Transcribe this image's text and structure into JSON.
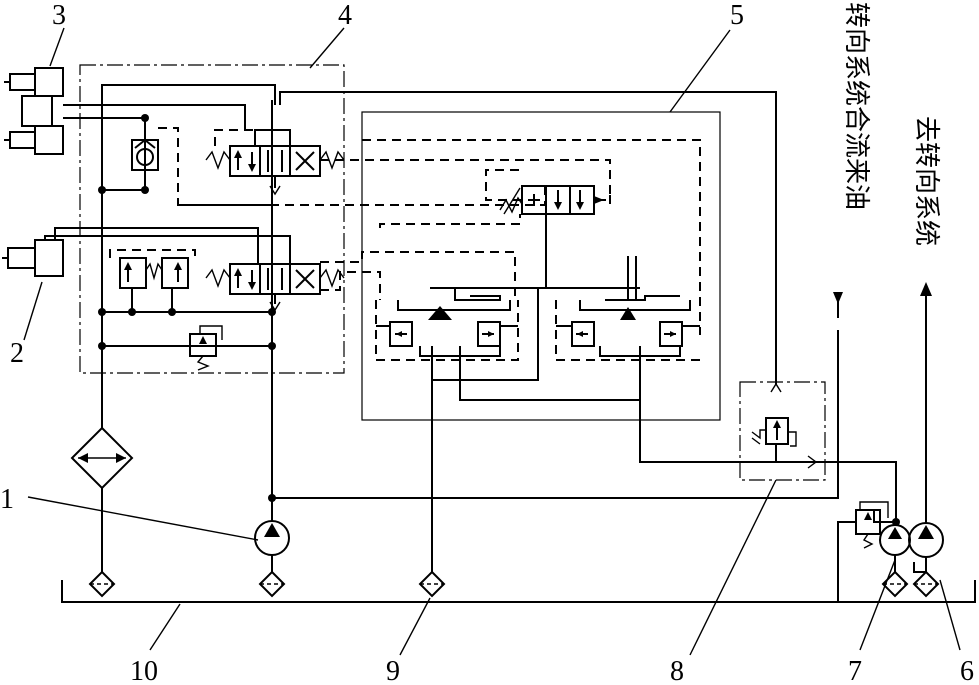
{
  "callouts": {
    "c1": "1",
    "c2": "2",
    "c3": "3",
    "c4": "4",
    "c5": "5",
    "c6": "6",
    "c7": "7",
    "c8": "8",
    "c9": "9",
    "c10": "10"
  },
  "flow_labels": {
    "from_steering": "转向系统合流来油",
    "to_steering": "去转向系统"
  }
}
